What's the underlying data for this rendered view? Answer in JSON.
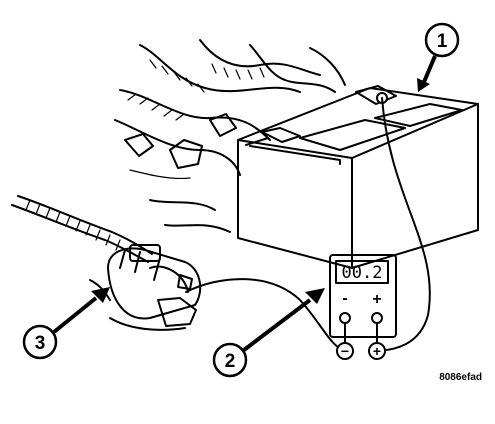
{
  "callouts": [
    {
      "number": "1"
    },
    {
      "number": "2"
    },
    {
      "number": "3"
    }
  ],
  "meter": {
    "display": "00.2",
    "minus_label": "-",
    "plus_label": "+",
    "neg_terminal": "−",
    "pos_terminal": "+"
  },
  "reference_code": "8086efad"
}
